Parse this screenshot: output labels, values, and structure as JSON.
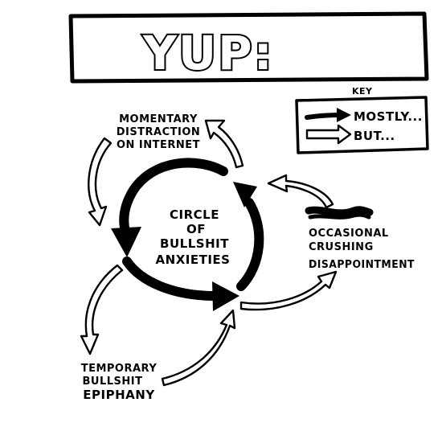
{
  "title": "YUP:",
  "key": {
    "heading": "KEY",
    "mostly_label": "MOSTLY...",
    "but_label": "BUT..."
  },
  "center": {
    "line1": "CIRCLE",
    "line2": "OF",
    "line3": "BULLSHIT",
    "line4": "ANXIETIES"
  },
  "nodes": {
    "distraction": {
      "line1": "MOMENTARY",
      "line2": "DISTRACTION",
      "line3": "ON INTERNET"
    },
    "epiphany": {
      "line1": "TEMPORARY",
      "line2": "BULLSHIT",
      "line3": "EPIPHANY"
    },
    "disappointment": {
      "line1": "OCCASIONAL",
      "line2": "CRUSHING",
      "line3": "DISAPPOINTMENT"
    }
  },
  "colors": {
    "ink": "#000000",
    "paper": "#ffffff"
  }
}
